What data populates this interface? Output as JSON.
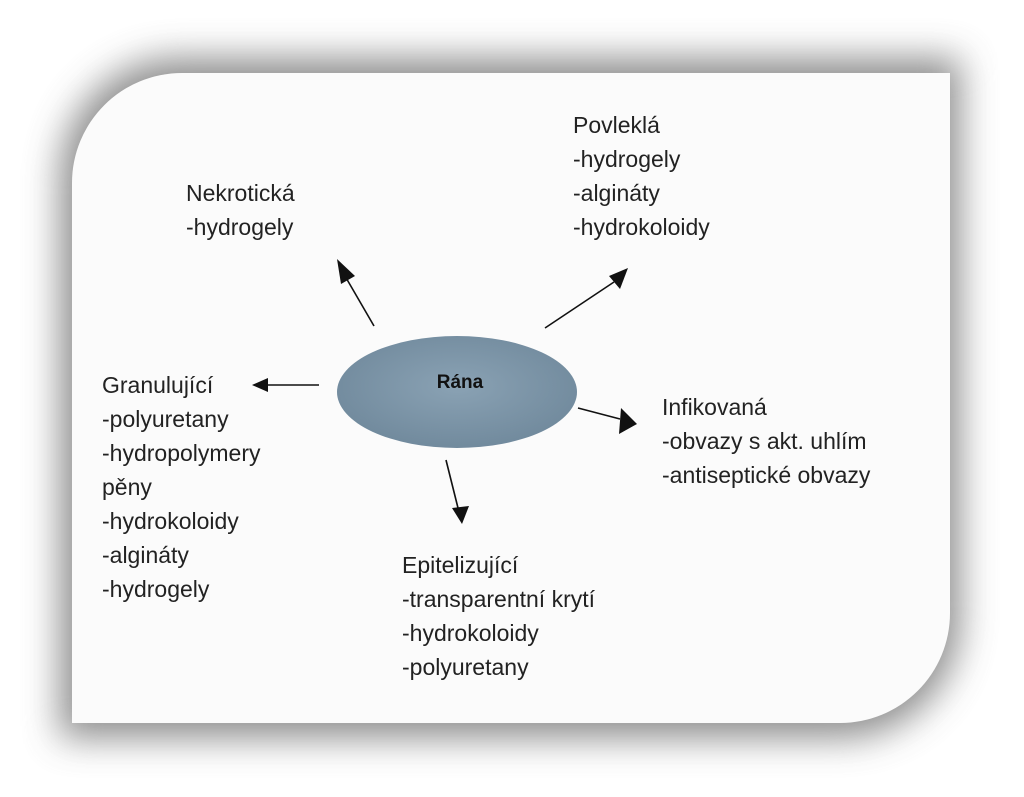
{
  "center": {
    "label": "Rána"
  },
  "branches": {
    "nekroticka": {
      "title": "Nekrotická",
      "items": [
        "-hydrogely"
      ]
    },
    "povlekla": {
      "title": "Povleklá",
      "items": [
        "-hydrogely",
        "-algináty",
        "-hydrokoloidy"
      ]
    },
    "granulujici": {
      "title": "Granulující",
      "items": [
        "-polyuretany",
        "-hydropolymery",
        "pěny",
        "-hydrokoloidy",
        "-algináty",
        "-hydrogely"
      ]
    },
    "infikovana": {
      "title": "Infikovaná",
      "items": [
        "-obvazy s akt. uhlím",
        "-antiseptické obvazy"
      ]
    },
    "epitelizujici": {
      "title": "Epitelizující",
      "items": [
        "-transparentní krytí",
        "-hydrokoloidy",
        "-polyuretany"
      ]
    }
  },
  "colors": {
    "ellipse": "#7b95a8",
    "arrow": "#111111",
    "card": "#fbfbfb",
    "shadow": "#7a7a7a"
  }
}
